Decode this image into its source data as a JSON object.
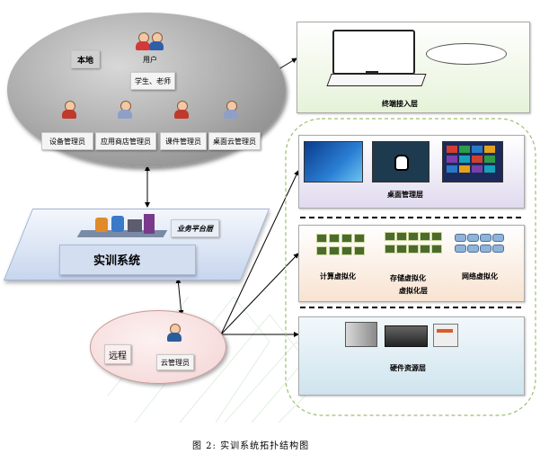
{
  "terminal_layer": {
    "label": "终端接入层"
  },
  "local_cluster": {
    "local_label": "本地",
    "user_label": "用户",
    "students_label": "学生、老师",
    "admins": [
      {
        "label": "设备管理员",
        "color": "#c0392b"
      },
      {
        "label": "应用商店管理员",
        "color": "#8e9fc8"
      },
      {
        "label": "课件管理员",
        "color": "#c0392b"
      },
      {
        "label": "桌面云管理员",
        "color": "#8e9fc8"
      }
    ]
  },
  "training_system": {
    "label": "实训系统",
    "platform_label": "业务平台层"
  },
  "remote_cluster": {
    "remote_label": "远程",
    "cloud_admin_label": "云管理员"
  },
  "desktop_layer": {
    "label": "桌面管理层"
  },
  "virtualization_layer": {
    "label": "虚拟化层",
    "items": [
      "计算虚拟化",
      "存储虚拟化",
      "网络虚拟化"
    ]
  },
  "hardware_layer": {
    "label": "硬件资源层"
  },
  "caption": "图 2: 实训系统拓扑结构图",
  "colors": {
    "ellipse_gray": "#a6a6a6",
    "terminal_bg": "#eef6e3",
    "desktop_bg": "#e6e1f0",
    "virtual_bg": "#fbe9d9",
    "hardware_bg": "#dcecf3",
    "remote_ellipse": "#f6dada",
    "training_bg": "#dce6f4"
  }
}
